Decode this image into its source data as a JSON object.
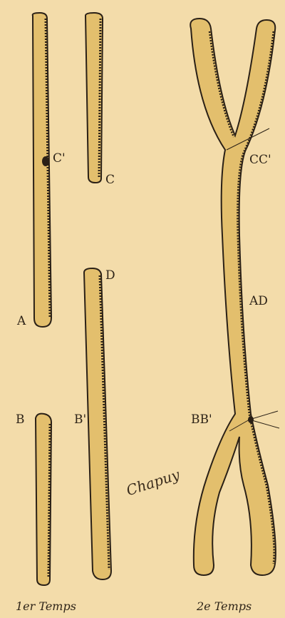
{
  "labels": {
    "A": "A",
    "C_prime": "C'",
    "C": "C",
    "D": "D",
    "B": "B",
    "B_prime": "B'",
    "CC_prime": "CC'",
    "AD": "AD",
    "BB_prime": "BB'"
  },
  "signature": "Chapuy",
  "captions": {
    "first_time": "1er Temps",
    "second_time": "2e Temps"
  },
  "colors": {
    "paper": "#f3dcaa",
    "fiber_fill": "#e3bf6d",
    "fiber_edge": "#2a2016",
    "ink": "#2e2418"
  }
}
